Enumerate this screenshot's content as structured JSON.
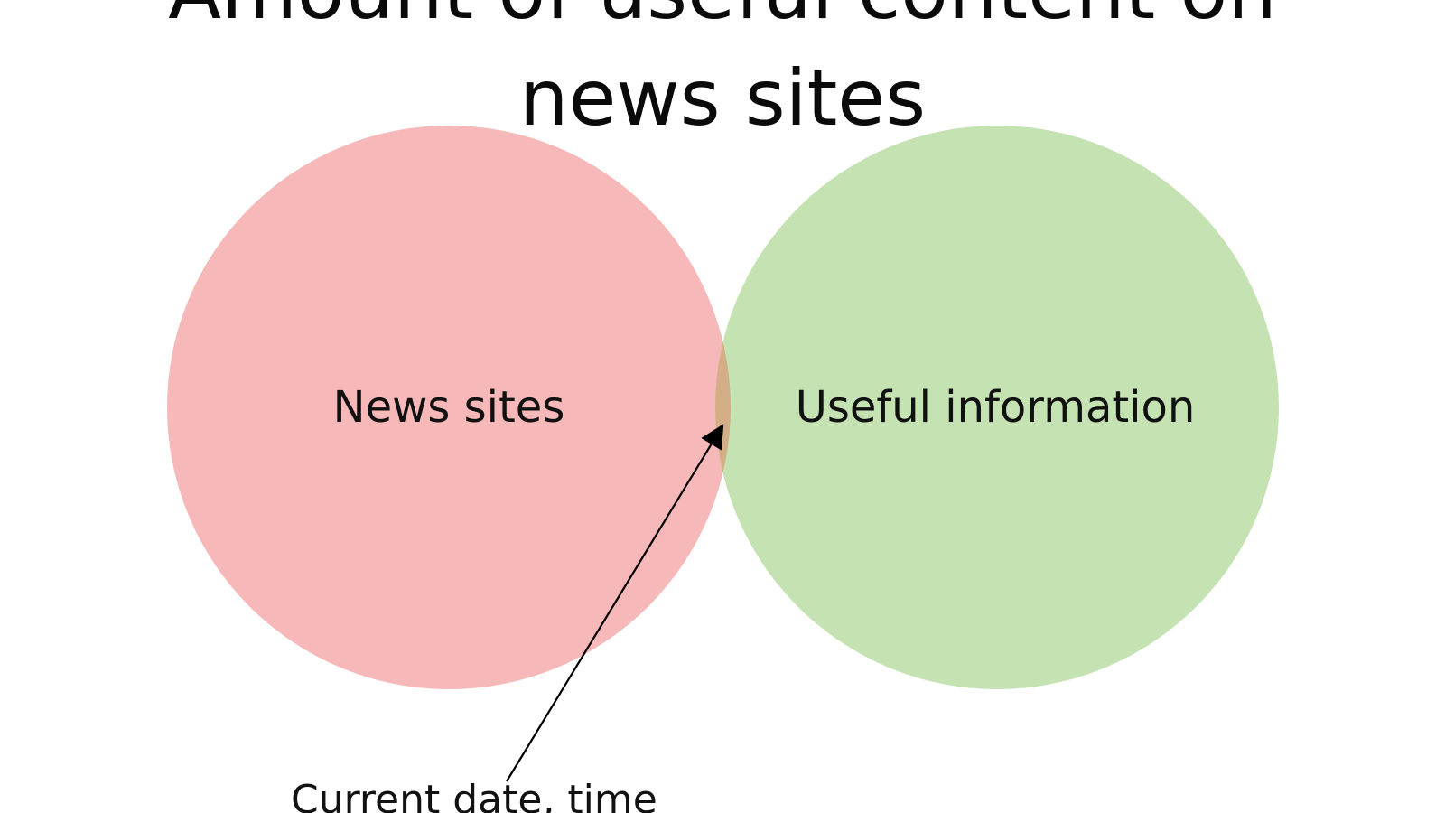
{
  "title": {
    "line1": "Amount of useful content on",
    "line2": "news sites"
  },
  "circles": [
    {
      "label": "News sites",
      "color": "#f6b8b8"
    },
    {
      "label": "Useful information",
      "color": "#c5e3b2"
    }
  ],
  "overlap_color": "#d3ae86",
  "callout": {
    "text": "Current date, time"
  }
}
